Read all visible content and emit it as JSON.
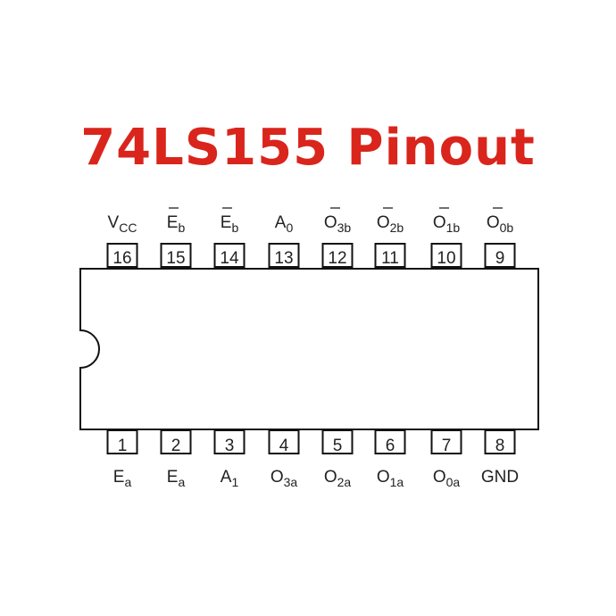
{
  "title": "74LS155 Pinout",
  "colors": {
    "title": "#d9251c",
    "line": "#111111",
    "text": "#222222"
  },
  "top_pins": [
    {
      "number": "16",
      "label": "V",
      "sub": "CC",
      "overbar": false
    },
    {
      "number": "15",
      "label": "E",
      "sub": "b",
      "overbar": true
    },
    {
      "number": "14",
      "label": "E",
      "sub": "b",
      "overbar": true
    },
    {
      "number": "13",
      "label": "A",
      "sub": "0",
      "overbar": false
    },
    {
      "number": "12",
      "label": "O",
      "sub": "3b",
      "overbar": true
    },
    {
      "number": "11",
      "label": "O",
      "sub": "2b",
      "overbar": true
    },
    {
      "number": "10",
      "label": "O",
      "sub": "1b",
      "overbar": true
    },
    {
      "number": "9",
      "label": "O",
      "sub": "0b",
      "overbar": true
    }
  ],
  "bottom_pins": [
    {
      "number": "1",
      "label": "E",
      "sub": "a",
      "overbar": false
    },
    {
      "number": "2",
      "label": "E",
      "sub": "a",
      "overbar": false
    },
    {
      "number": "3",
      "label": "A",
      "sub": "1",
      "overbar": false
    },
    {
      "number": "4",
      "label": "O",
      "sub": "3a",
      "overbar": false
    },
    {
      "number": "5",
      "label": "O",
      "sub": "2a",
      "overbar": false
    },
    {
      "number": "6",
      "label": "O",
      "sub": "1a",
      "overbar": false
    },
    {
      "number": "7",
      "label": "O",
      "sub": "0a",
      "overbar": false
    },
    {
      "number": "8",
      "label": "GND",
      "sub": "",
      "overbar": false
    }
  ]
}
